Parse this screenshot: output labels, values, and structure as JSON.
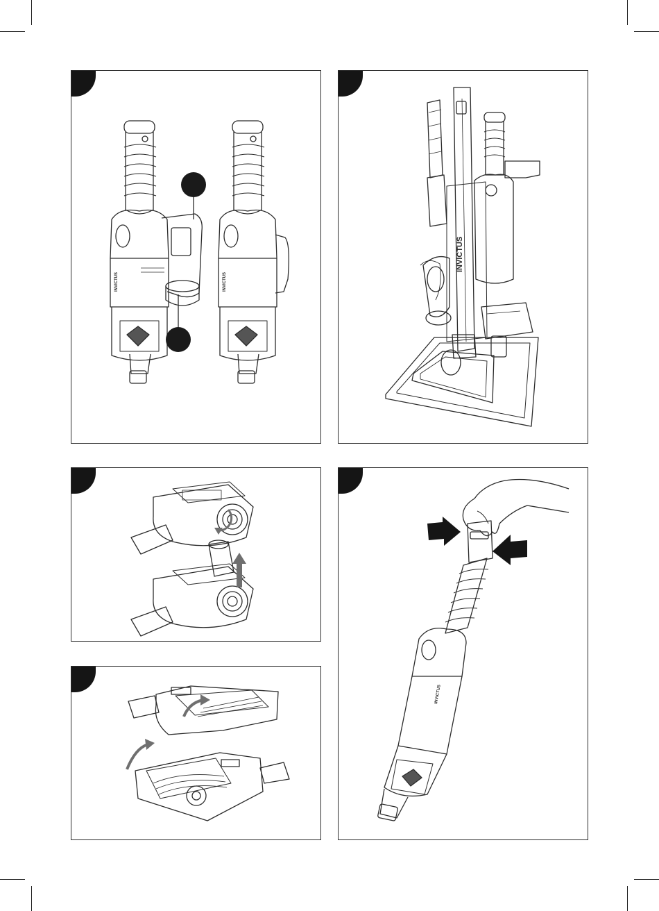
{
  "page": {
    "description_labels": {
      "stand_brand_text": "INVICTUS",
      "sticker_text": "INVICTUS"
    }
  },
  "colors": {
    "line": "#2b2b2b",
    "tab": "#151515",
    "callout_dot": "#1a1a1a",
    "arrow": "#6f6f6f"
  },
  "icons": {
    "callout_marker": "filled-circle",
    "direction_arrow": "gray-arrow",
    "press_arrow": "black-arrow"
  }
}
